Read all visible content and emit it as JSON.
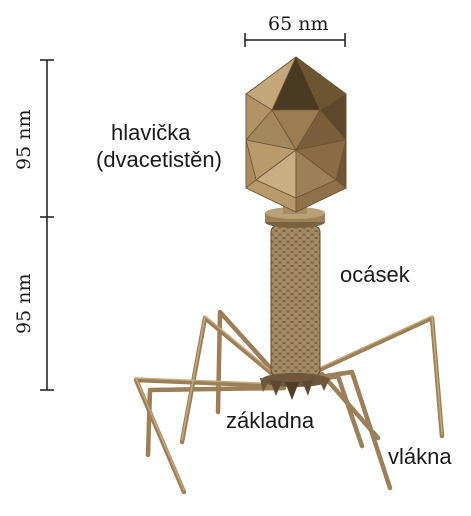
{
  "dimensions": {
    "head_width": "65 nm",
    "head_height": "95 nm",
    "tail_height": "95 nm"
  },
  "labels": {
    "head": "hlavička",
    "head_shape": "(dvacetistěn)",
    "tail": "ocásek",
    "base": "základna",
    "fibers": "vlákna"
  },
  "colors": {
    "capsid_light": "#b59a6c",
    "capsid_mid": "#8a6d45",
    "capsid_dark": "#4b3a22",
    "tail_fill": "#8b7150",
    "fiber": "#9a7f58",
    "line": "#1a1a1a"
  }
}
